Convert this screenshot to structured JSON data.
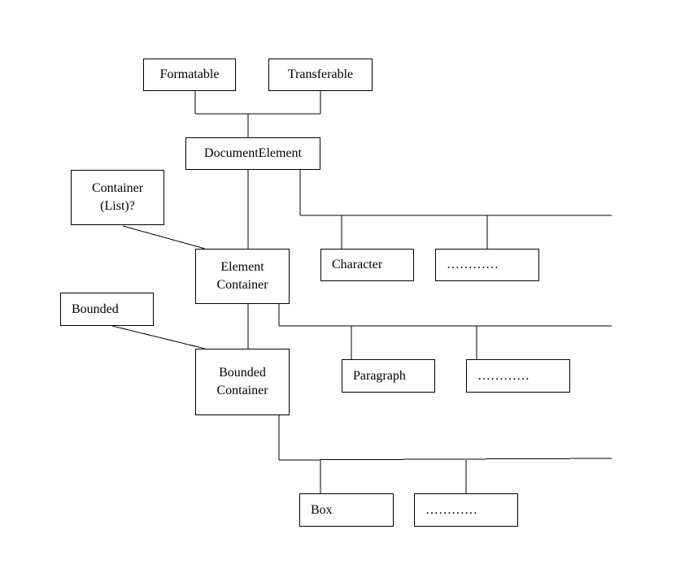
{
  "colors": {
    "line": "#000000",
    "box_border": "#000000",
    "background": "#ffffff"
  },
  "nodes": {
    "formatable": "Formatable",
    "transferable": "Transferable",
    "document_element": "DocumentElement",
    "container_list": "Container\n(List)?",
    "element_container": "Element\nContainer",
    "character": "Character",
    "character_more": "…………",
    "bounded": "Bounded",
    "bounded_container": "Bounded\nContainer",
    "paragraph": "Paragraph",
    "paragraph_more": "…………",
    "box": "Box",
    "box_more": "…………"
  }
}
